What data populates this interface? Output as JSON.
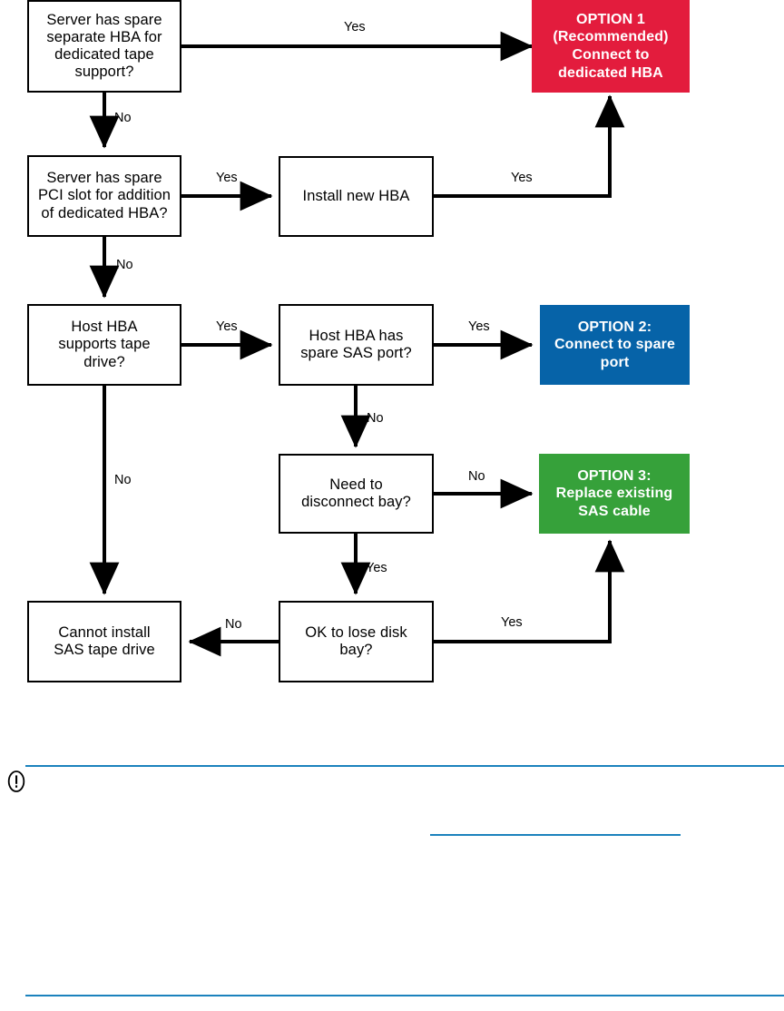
{
  "diagram": {
    "title": "SAS tape drive connection decision flowchart",
    "colors": {
      "option1_bg": "#e31c3d",
      "option2_bg": "#0663a8",
      "option3_bg": "#36a13a",
      "box_border": "#000000",
      "box_bg": "#ffffff",
      "connector": "#000000",
      "note_rule": "#1b82bd"
    },
    "nodes": {
      "q1": "Server has spare separate HBA for dedicated tape support?",
      "q2": "Server has spare PCI slot for addition of dedicated HBA?",
      "q3": "Host HBA supports tape drive?",
      "install_hba": "Install new HBA",
      "q4": "Host HBA has spare SAS port?",
      "q5": "Need to disconnect bay?",
      "q6": "OK to lose disk bay?",
      "cannot_install": "Cannot install SAS tape drive",
      "option1": "OPTION 1 (Recommended) Connect to dedicated HBA",
      "option1_lines": [
        "OPTION 1",
        "(Recommended)",
        "Connect to",
        "dedicated HBA"
      ],
      "option2": "OPTION 2: Connect to spare port",
      "option2_lines": [
        "OPTION 2:",
        "Connect to spare",
        "port"
      ],
      "option3": "OPTION 3: Replace existing SAS cable",
      "option3_lines": [
        "OPTION 3:",
        "Replace existing",
        "SAS cable"
      ]
    },
    "node_text": {
      "q1_l1": "Server has spare",
      "q1_l2": "separate HBA for",
      "q1_l3": "dedicated tape",
      "q1_l4": "support?",
      "q2_l1": "Server has spare",
      "q2_l2": "PCI slot for addition",
      "q2_l3": "of dedicated HBA?",
      "q3_l1": "Host HBA",
      "q3_l2": "supports tape",
      "q3_l3": "drive?",
      "install_l1": "Install new HBA",
      "q4_l1": "Host HBA has",
      "q4_l2": "spare SAS port?",
      "q5_l1": "Need to",
      "q5_l2": "disconnect bay?",
      "q6_l1": "OK to lose disk",
      "q6_l2": "bay?",
      "cannot_l1": "Cannot install",
      "cannot_l2": "SAS tape drive",
      "opt1_l1": "OPTION 1",
      "opt1_l2": "(Recommended)",
      "opt1_l3": "Connect to",
      "opt1_l4": "dedicated HBA",
      "opt2_l1": "OPTION 2:",
      "opt2_l2": "Connect to spare",
      "opt2_l3": "port",
      "opt3_l1": "OPTION 3:",
      "opt3_l2": "Replace existing",
      "opt3_l3": "SAS cable"
    },
    "edge_labels": {
      "q1_yes": "Yes",
      "q1_no": "No",
      "q2_yes": "Yes",
      "q2_no": "No",
      "install_yes": "Yes",
      "q3_yes": "Yes",
      "q3_no": "No",
      "q4_yes": "Yes",
      "q4_no": "No",
      "q5_no": "No",
      "q5_yes": "Yes",
      "q6_no": "No",
      "q6_yes": "Yes"
    },
    "note": {
      "icon": "important-notice-icon",
      "text": ""
    }
  }
}
